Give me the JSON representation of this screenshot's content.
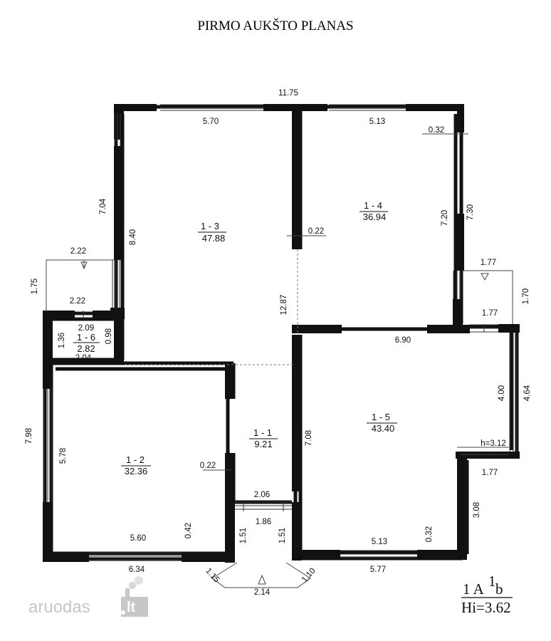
{
  "title": "PIRMO AUKŠTO PLANAS",
  "rooms": [
    {
      "id": "1 - 3",
      "area": "47.88"
    },
    {
      "id": "1 - 4",
      "area": "36.94"
    },
    {
      "id": "1 - 6",
      "area": "2.82"
    },
    {
      "id": "1 - 2",
      "area": "32.36"
    },
    {
      "id": "1 - 1",
      "area": "9.21"
    },
    {
      "id": "1 - 5",
      "area": "43.40"
    }
  ],
  "dimensions": {
    "total_width": "11.75",
    "room13_top": "5.70",
    "room14_top": "5.13",
    "wall_032_top": "0.32",
    "left_704": "7.04",
    "room13_height": "8.40",
    "wall_022_mid": "0.22",
    "room14_height": "7.20",
    "right_730": "7.30",
    "bay_left_222": "2.22",
    "bay_left_175": "1.75",
    "bay_left_222b": "2.22",
    "bay_right_177": "1.77",
    "bay_right_170": "1.70",
    "bay_right_177b": "1.77",
    "center_1287": "12.87",
    "r16_209": "2.09",
    "r16_136": "1.36",
    "r16_098": "0.98",
    "r16_204": "2.04",
    "r15_top": "6.90",
    "r15_400": "4.00",
    "r15_464": "4.64",
    "height_label": "h=3.12",
    "left_798": "7.98",
    "r12_height": "5.78",
    "wall_022_r12": "0.22",
    "r11_708": "7.08",
    "r15_bay_177": "1.77",
    "r11_206": "2.06",
    "r15_308": "3.08",
    "r12_bottom": "5.60",
    "wall_042": "0.42",
    "entry_186": "1.86",
    "entry_151a": "1.51",
    "entry_151b": "1.51",
    "r15_bottom": "5.13",
    "wall_032_bottom": "0.32",
    "bottom_634": "6.34",
    "bottom_577": "5.77",
    "porch_115": "1.15",
    "porch_214": "2.14",
    "porch_110": "1.10"
  },
  "stamp": {
    "line1_main": "1 A",
    "line1_sup": "1",
    "line1_end": "b",
    "line2": "Hi=3.62"
  },
  "watermark": {
    "text": "aruodas",
    "suffix": "lt"
  }
}
